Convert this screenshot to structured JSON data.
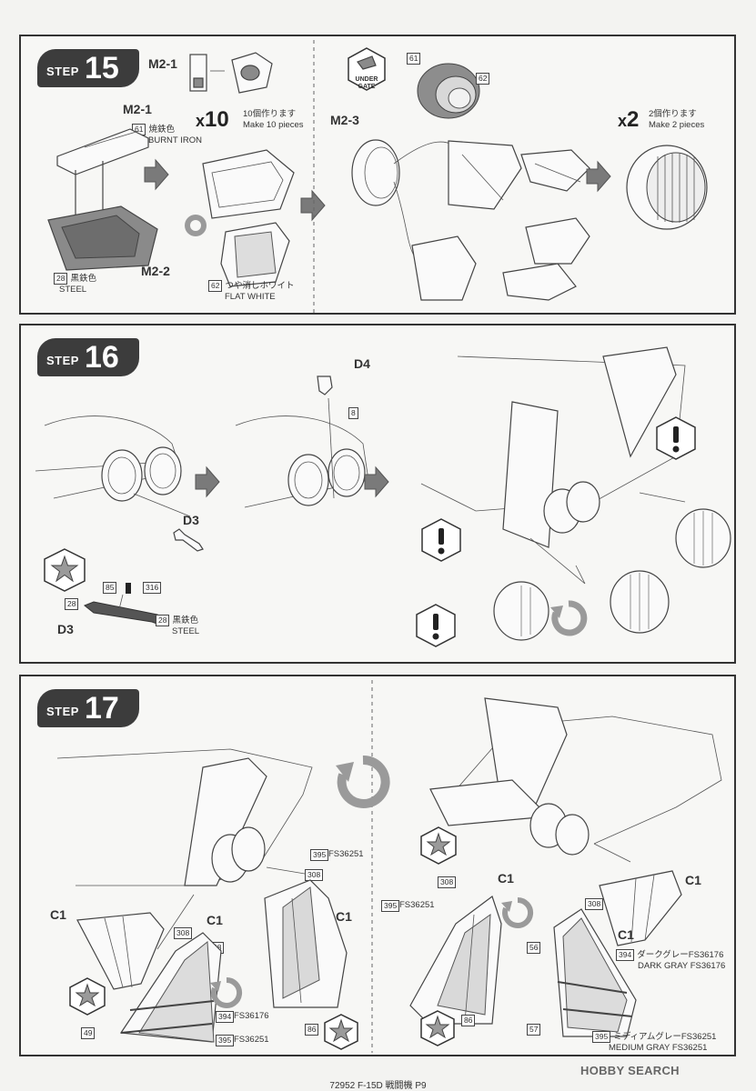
{
  "step15": {
    "word": "STEP",
    "number": "15",
    "m2_1_top": "M2-1",
    "m2_1": "M2-1",
    "m2_2": "M2-2",
    "m2_3": "M2-3",
    "color61_code": "61",
    "color61_jp": "焼鉄色",
    "color61_en": "BURNT IRON",
    "color28_code": "28",
    "color28_jp": "黒鉄色",
    "color28_en": "STEEL",
    "color62_code": "62",
    "color62_jp": "つや消しホワイト",
    "color62_en": "FLAT WHITE",
    "x10_x": "x",
    "x10_v": "10",
    "make10_jp": "10個作ります",
    "make10_en": "Make 10 pieces",
    "x2_x": "x",
    "x2_v": "2",
    "make2_jp": "2個作ります",
    "make2_en": "Make 2 pieces",
    "under_gate_1": "UNDER",
    "under_gate_2": "GATE",
    "tag61": "61",
    "tag62": "62"
  },
  "step16": {
    "word": "STEP",
    "number": "16",
    "d4": "D4",
    "tag8": "8",
    "d3_a": "D3",
    "d3_b": "D3",
    "tag85": "85",
    "tag316": "316",
    "tag28a": "28",
    "color28_code": "28",
    "color28_jp": "黒鉄色",
    "color28_en": "STEEL"
  },
  "step17": {
    "word": "STEP",
    "number": "17",
    "c1_a": "C1",
    "c1_b": "C1",
    "c1_c": "C1",
    "c1_d": "C1",
    "c1_e": "C1",
    "c1_f": "C1",
    "fs395_a_code": "395",
    "fs395_a": "FS36251",
    "fs308_a": "308",
    "fs48": "48",
    "fs394_a_code": "394",
    "fs394_a": "FS36176",
    "fs395_b_code": "395",
    "fs395_b": "FS36251",
    "fs49": "49",
    "fs308_b": "308",
    "fs86_a": "86",
    "fs308_c": "308",
    "fs395_c_code": "395",
    "fs395_c": "FS36251",
    "fs86_b": "86",
    "fs308_d": "308",
    "fs56": "56",
    "fs394_b_code": "394",
    "fs394_b_jp": "ダークグレーFS36176",
    "fs394_b_en": "DARK GRAY FS36176",
    "fs57": "57",
    "fs395_d_code": "395",
    "fs395_d_jp": "ミディアムグレーFS36251",
    "fs395_d_en": "MEDIUM GRAY FS36251"
  },
  "footer": {
    "page": "72952 F-15D 戦闘機 P9"
  },
  "watermark": {
    "text": "HOBBY SEARCH"
  }
}
